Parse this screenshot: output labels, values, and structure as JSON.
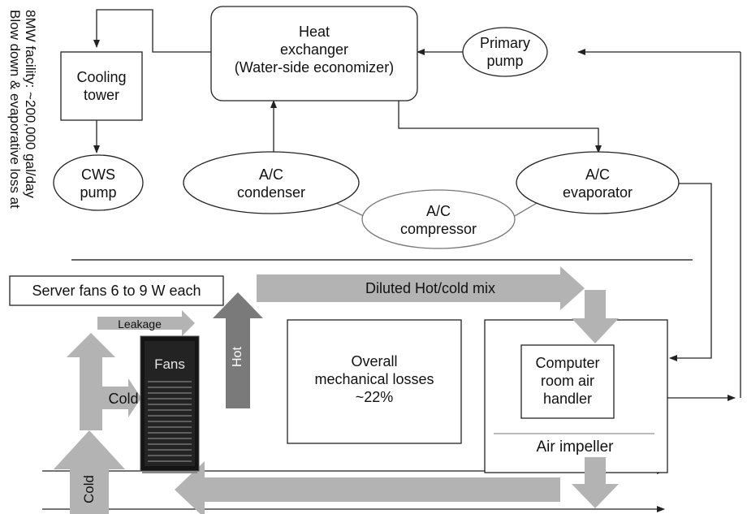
{
  "side_note": {
    "line1": "Blow down & evaporative loss at",
    "line2": "8MW facility: ~200,000 gal/day"
  },
  "nodes": {
    "heat_exchanger": [
      "Heat",
      "exchanger",
      "(Water-side economizer)"
    ],
    "primary_pump": [
      "Primary",
      "pump"
    ],
    "cooling_tower": [
      "Cooling",
      "tower"
    ],
    "cws_pump": [
      "CWS",
      "pump"
    ],
    "ac_condenser": [
      "A/C",
      "condenser"
    ],
    "ac_evaporator": [
      "A/C",
      "evaporator"
    ],
    "ac_compressor": [
      "A/C",
      "compressor"
    ],
    "server_fans": "Server fans 6 to 9 W each",
    "overall_losses": [
      "Overall",
      "mechanical losses",
      "~22%"
    ],
    "crah": [
      "Computer",
      "room air",
      "handler"
    ],
    "air_impeller": "Air impeller"
  },
  "arrows": {
    "diluted": "Diluted Hot/cold mix",
    "leakage": "Leakage",
    "hot": "Hot",
    "cold_mid": "Cold",
    "cold_bottom": "Cold",
    "rack_fans": "Fans"
  },
  "colors": {
    "arrow_gray": "#b3b3b3",
    "arrow_dark": "#7a7a7a",
    "line": "#222222",
    "ellipse_line": "#777777"
  }
}
